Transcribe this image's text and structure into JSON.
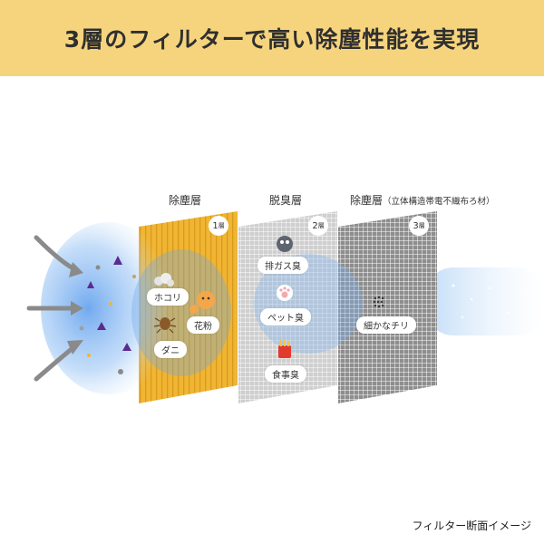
{
  "banner": {
    "title": "3層のフィルターで高い除塵性能を実現"
  },
  "layers": [
    {
      "label": "除塵層",
      "sublabel": "",
      "badge_num": "1",
      "badge_unit": "層",
      "color": "#f0b533",
      "items": [
        {
          "label": "ホコリ",
          "icon": "dust-icon"
        },
        {
          "label": "ダニ",
          "icon": "mite-icon"
        },
        {
          "label": "花粉",
          "icon": "pollen-icon"
        }
      ]
    },
    {
      "label": "脱臭層",
      "sublabel": "",
      "badge_num": "2",
      "badge_unit": "層",
      "color": "#c7c7c7",
      "items": [
        {
          "label": "排ガス臭",
          "icon": "exhaust-icon"
        },
        {
          "label": "ペット臭",
          "icon": "paw-icon"
        },
        {
          "label": "食事臭",
          "icon": "food-icon"
        }
      ]
    },
    {
      "label": "除塵層",
      "sublabel": "（立体構造帯電不織布ろ材）",
      "badge_num": "3",
      "badge_unit": "層",
      "color": "#8c8c8c",
      "items": [
        {
          "label": "細かなチリ",
          "icon": "fine-dust-icon"
        }
      ]
    }
  ],
  "caption": "フィルター断面イメージ"
}
